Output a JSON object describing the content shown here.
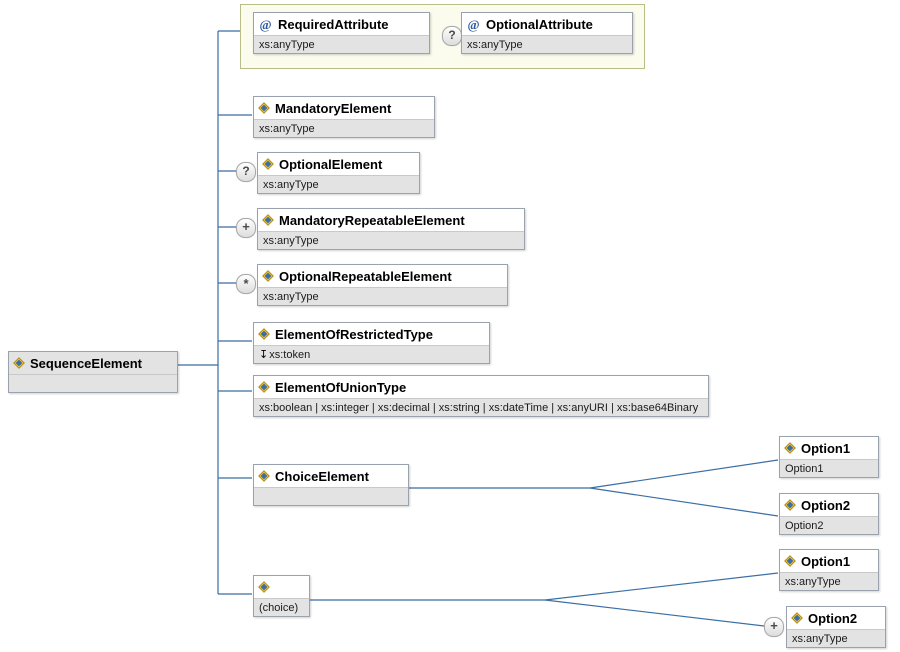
{
  "diagram": {
    "type": "xsd-schema-tree",
    "root": {
      "name": "SequenceElement",
      "icon": "element-icon"
    },
    "attribute_group": {
      "attributes": [
        {
          "name": "RequiredAttribute",
          "type": "xs:anyType",
          "icon": "attribute-icon",
          "occurrence": "required"
        },
        {
          "name": "OptionalAttribute",
          "type": "xs:anyType",
          "icon": "attribute-icon",
          "occurrence": "optional",
          "marker": "?"
        }
      ]
    },
    "elements": [
      {
        "name": "MandatoryElement",
        "type": "xs:anyType",
        "icon": "element-icon",
        "marker": ""
      },
      {
        "name": "OptionalElement",
        "type": "xs:anyType",
        "icon": "element-icon",
        "marker": "?"
      },
      {
        "name": "MandatoryRepeatableElement",
        "type": "xs:anyType",
        "icon": "element-icon",
        "marker": "+"
      },
      {
        "name": "OptionalRepeatableElement",
        "type": "xs:anyType",
        "icon": "element-icon",
        "marker": "*"
      },
      {
        "name": "ElementOfRestrictedType",
        "type": "xs:token",
        "icon": "element-icon",
        "marker": "",
        "restriction": true
      },
      {
        "name": "ElementOfUnionType",
        "type": "xs:boolean | xs:integer | xs:decimal | xs:string | xs:dateTime | xs:anyURI | xs:base64Binary",
        "icon": "element-icon",
        "marker": ""
      },
      {
        "name": "ChoiceElement",
        "type": "",
        "icon": "element-icon",
        "marker": ""
      },
      {
        "name": "",
        "type": "(choice)",
        "icon": "element-icon",
        "marker": ""
      }
    ],
    "choice_element_options": [
      {
        "name": "Option1",
        "type": "Option1",
        "icon": "element-icon",
        "marker": ""
      },
      {
        "name": "Option2",
        "type": "Option2",
        "icon": "element-icon",
        "marker": ""
      }
    ],
    "choice_group_options": [
      {
        "name": "Option1",
        "type": "xs:anyType",
        "icon": "element-icon",
        "marker": ""
      },
      {
        "name": "Option2",
        "type": "xs:anyType",
        "icon": "element-icon",
        "marker": "+"
      }
    ],
    "colors": {
      "line": "#3a6ea5",
      "node_border": "#9aa3ad",
      "node_subtype_bg": "#e3e3e3",
      "attr_panel_bg": "#fbfbee",
      "attr_panel_border": "#b9bd86",
      "attribute_icon": "#2d5a9e",
      "element_icon_fill": "#f5c945"
    }
  }
}
